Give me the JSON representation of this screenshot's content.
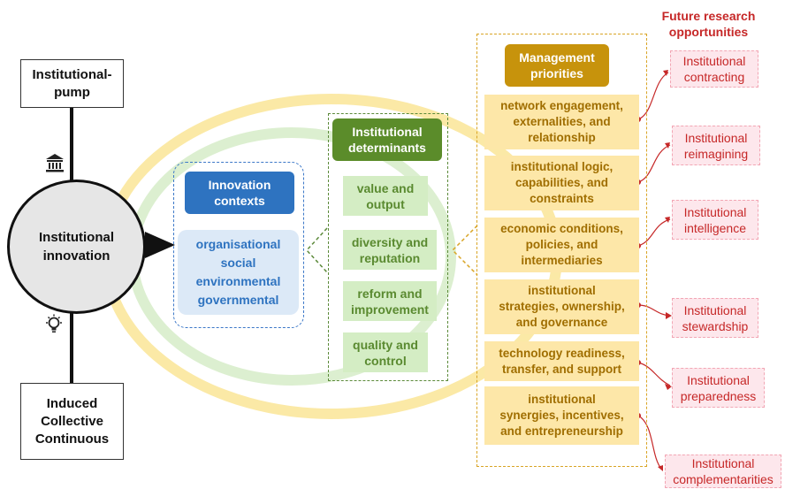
{
  "left": {
    "pump_label": "Institutional-\npump",
    "center_label": "Institutional\ninnovation",
    "bottom_lines": [
      "Induced",
      "Collective",
      "Continuous"
    ],
    "icons": [
      "institution-building-icon",
      "lightbulb-icon"
    ]
  },
  "innovation": {
    "header": "Innovation\ncontexts",
    "items": [
      "organisational",
      "social",
      "environmental",
      "governmental"
    ]
  },
  "determinants": {
    "header": "Institutional\ndeterminants",
    "items": [
      "value and\noutput",
      "diversity and\nreputation",
      "reform and\nimprovement",
      "quality and\ncontrol"
    ]
  },
  "management": {
    "header": "Management\npriorities",
    "items": [
      "network engagement,\nexternalities, and\nrelationship",
      "institutional logic,\ncapabilities, and\nconstraints",
      "economic conditions,\npolicies, and\nintermediaries",
      "institutional\nstrategies, ownership,\nand governance",
      "technology readiness,\ntransfer, and support",
      "institutional\nsynergies, incentives,\nand entrepreneurship"
    ]
  },
  "future": {
    "title": "Future research\nopportunities",
    "items": [
      "Institutional\ncontracting",
      "Institutional\nreimagining",
      "Institutional\nintelligence",
      "Institutional\nstewardship",
      "Institutional\npreparedness",
      "Institutional\ncomplementarities"
    ]
  },
  "colors": {
    "blue_header": "#2e73c0",
    "green_header": "#5b8c2a",
    "orange_header": "#c7930c",
    "future_red": "#c62828"
  }
}
